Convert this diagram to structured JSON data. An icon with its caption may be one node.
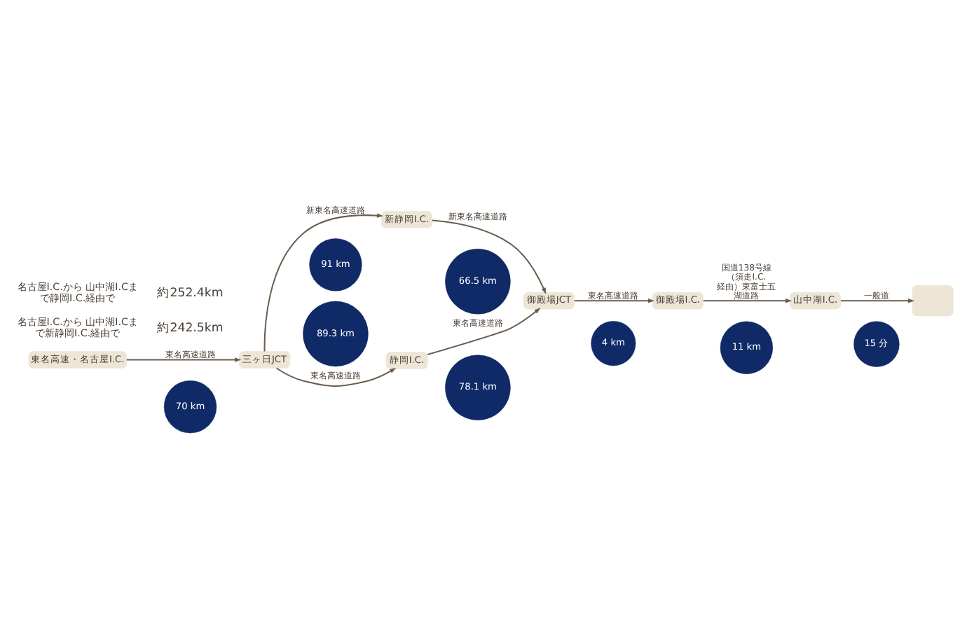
{
  "diagram": {
    "nodes": [
      {
        "text": [
          "東名高速・名古屋I.C."
        ]
      },
      {
        "text": [
          "三ヶ日JCT"
        ]
      },
      {
        "text": [
          "新静岡I.C."
        ]
      },
      {
        "text": [
          "静岡I.C."
        ]
      },
      {
        "text": [
          "御殿場JCT"
        ]
      },
      {
        "text": [
          "御殿場I.C."
        ]
      },
      {
        "text": [
          "山中湖I.C."
        ]
      },
      {
        "text": [],
        "shape": "box"
      },
      {
        "text": [
          "70 km"
        ]
      },
      {
        "text": [
          "91 km"
        ]
      },
      {
        "text": [
          "66.5 km"
        ]
      },
      {
        "text": [
          "89.3 km"
        ]
      },
      {
        "text": [
          "78.1 km"
        ]
      },
      {
        "text": [
          "4 km"
        ]
      },
      {
        "text": [
          "11 km"
        ]
      },
      {
        "text": [
          "15 分"
        ]
      }
    ],
    "edges": [
      {
        "from": 0,
        "to": 1,
        "arrow": "to",
        "label": "東名高速道路"
      },
      {
        "from": 1,
        "to": 2,
        "arrow": "to",
        "label": "新東名高速道路"
      },
      {
        "from": 1,
        "to": 3,
        "arrow": "to",
        "label": "東名高速道路"
      },
      {
        "from": 2,
        "to": 4,
        "arrow": "to",
        "label": "新東名高速道路"
      },
      {
        "from": 3,
        "to": 4,
        "arrow": "to",
        "label": "東名高速道路"
      },
      {
        "from": 4,
        "to": 5,
        "arrow": "to",
        "label": "東名高速道路"
      },
      {
        "from": 5,
        "to": 6,
        "arrow": "to",
        "label": "国道138号線（須走I.C.経由）東富士五湖道路"
      },
      {
        "from": 6,
        "to": 7,
        "arrow": "to",
        "label": "一般道"
      }
    ],
    "labels": [
      "名古屋I.C.から 山中湖I.Cまで新静岡I.C.経由で",
      "約242.5km",
      "名古屋I.C.から 山中湖I.Cまで静岡I.C.経由で",
      "約252.4km"
    ]
  }
}
